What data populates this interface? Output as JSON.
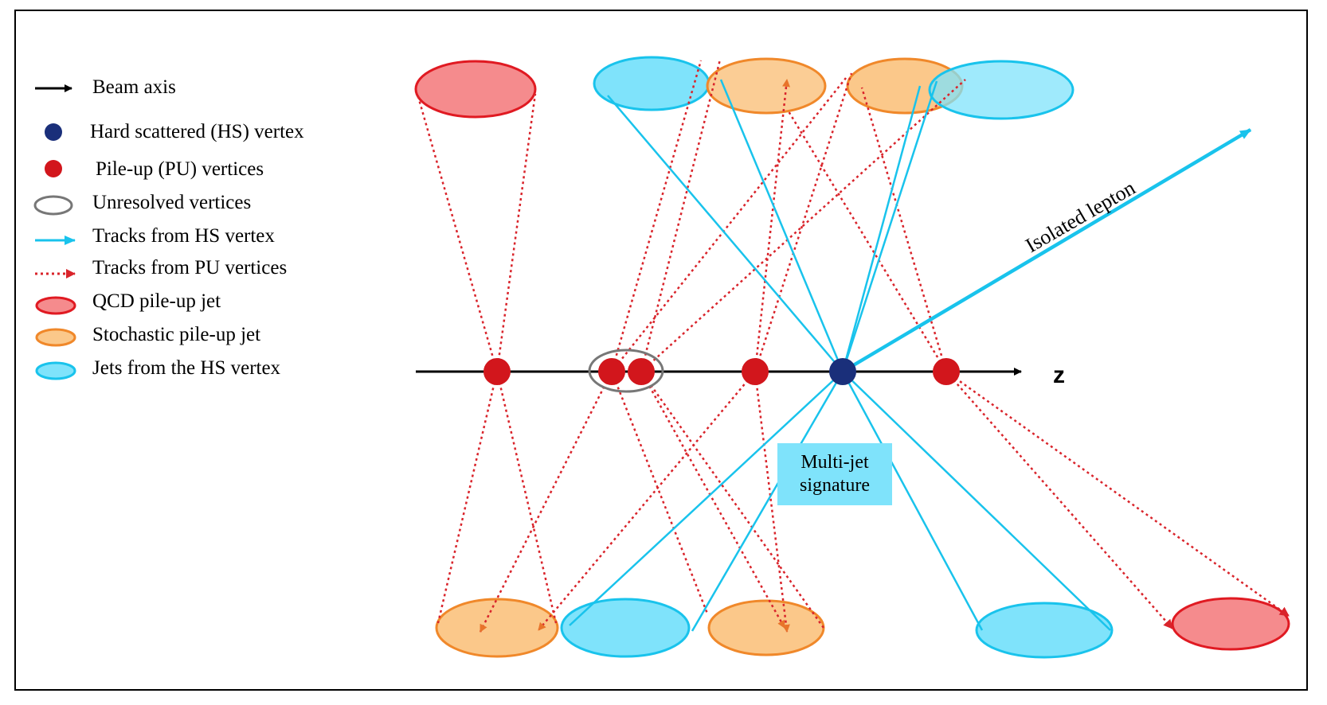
{
  "legend": {
    "items": [
      {
        "label": "Beam axis",
        "icon": "arrow-icon"
      },
      {
        "label": "Hard scattered (HS) vertex",
        "icon": "dark-blue-dot-icon"
      },
      {
        "label": "Pile-up (PU) vertices",
        "icon": "red-dot-icon"
      },
      {
        "label": "Unresolved vertices",
        "icon": "grey-ring-icon"
      },
      {
        "label": "Tracks from HS vertex",
        "icon": "cyan-arrow-icon"
      },
      {
        "label": "Tracks from PU vertices",
        "icon": "red-dotted-arrow-icon"
      },
      {
        "label": "QCD pile-up jet",
        "icon": "red-ellipse-icon"
      },
      {
        "label": "Stochastic pile-up jet",
        "icon": "orange-ellipse-icon"
      },
      {
        "label": "Jets from the HS vertex",
        "icon": "cyan-ellipse-icon"
      }
    ]
  },
  "axis": {
    "label": "z"
  },
  "annotations": {
    "isolated_lepton": "Isolated lepton",
    "multijet_line1": "Multi-jet",
    "multijet_line2": "signature"
  },
  "colors": {
    "hs_vertex": "#1a2f7a",
    "pu_vertex": "#d2161c",
    "hs_track": "#19c3ec",
    "pu_track": "#d9242b",
    "qcd_jet_fill": "#f58b8d",
    "qcd_jet_stroke": "#e01a22",
    "stochastic_jet_fill": "#fbc88a",
    "stochastic_jet_stroke": "#f0882a",
    "hs_jet_fill": "#7fe3fb",
    "hs_jet_stroke": "#19c3ec",
    "unresolved_ring": "#777777",
    "multijet_box": "#7fe3fb"
  }
}
